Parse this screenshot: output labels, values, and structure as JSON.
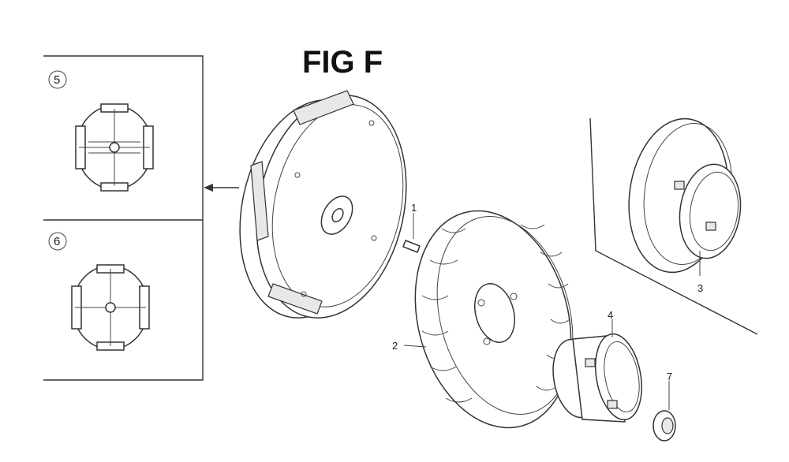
{
  "figure": {
    "title": "FIG F"
  },
  "callouts": {
    "p1": "1",
    "p2": "2",
    "p3": "3",
    "p4": "4",
    "p5": "5",
    "p6": "6",
    "p7": "7"
  },
  "parts": [
    {
      "ref": "1",
      "icon": "key-icon"
    },
    {
      "ref": "2",
      "icon": "flywheel-icon"
    },
    {
      "ref": "3",
      "icon": "pulley-cover-icon"
    },
    {
      "ref": "4",
      "icon": "starter-cup-icon"
    },
    {
      "ref": "5",
      "icon": "rotor-face-icon"
    },
    {
      "ref": "6",
      "icon": "rotor-face-icon"
    },
    {
      "ref": "7",
      "icon": "nut-icon"
    }
  ]
}
